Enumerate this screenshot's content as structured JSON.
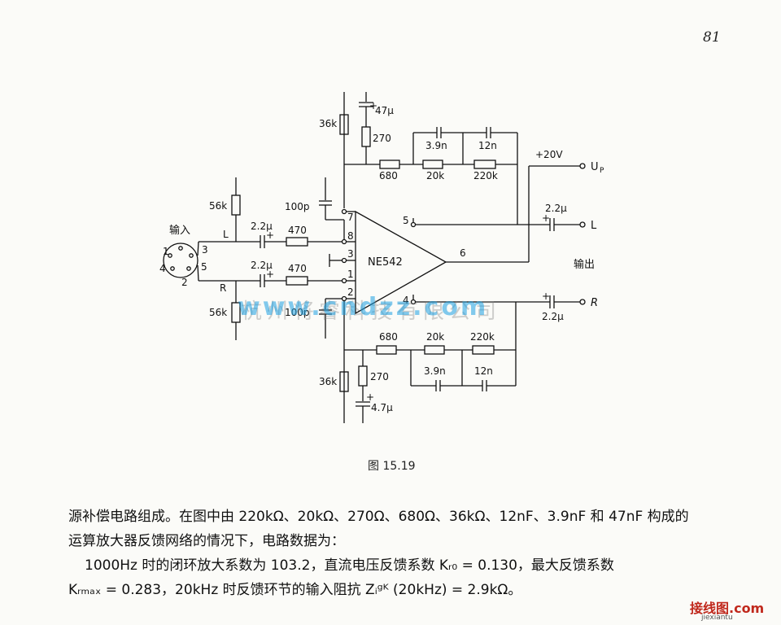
{
  "page_number": "81",
  "circuit": {
    "chip": "NE542",
    "input_label": "输入",
    "output_label": "输出",
    "supply": "+20V",
    "up_label": "U",
    "up_sub": "P",
    "out_l": "L",
    "out_r": "R",
    "ch_l": "L",
    "ch_r": "R",
    "components": {
      "c_47u": "47μ",
      "c_47u_plus": "+",
      "c_4p7u": "4.7μ",
      "c_4p7u_plus": "+",
      "r_36k_top": "36k",
      "r_270_top": "270",
      "c_3n9_top": "3.9n",
      "c_12n_top": "12n",
      "r_680_top": "680",
      "r_20k_top": "20k",
      "r_220k_top": "220k",
      "c_100p_top": "100p",
      "c_100p_bot": "100p",
      "r_56k_top": "56k",
      "r_56k_bot": "56k",
      "c_2u2_in_l": "2.2μ",
      "c_2u2_in_r": "2.2μ",
      "r_470_l": "470",
      "r_470_r": "470",
      "c_2u2_out_l": "2.2μ",
      "c_2u2_out_r": "2.2μ",
      "r_680_bot": "680",
      "r_20k_bot": "20k",
      "r_220k_bot": "220k",
      "c_3n9_bot": "3.9n",
      "c_12n_bot": "12n",
      "r_36k_bot": "36k",
      "r_270_bot": "270",
      "plus": "+"
    },
    "pins": {
      "p7": "7",
      "p8": "8",
      "p3": "3",
      "p1": "1",
      "p2": "2",
      "p5": "5",
      "p6": "6",
      "p4": "4"
    },
    "connector_pins": {
      "c1": "1",
      "c2": "2",
      "c3": "3",
      "c4": "4",
      "c5": "5"
    }
  },
  "watermark": "www.cndzz.com",
  "watermark_cn": "杭州将睿科技有限公司",
  "caption": "图 15.19",
  "paragraph1_line1": "源补偿电路组成。在图中由 220kΩ、20kΩ、270Ω、680Ω、36kΩ、12nF、3.9nF 和 47nF 构成的",
  "paragraph1_line2": "运算放大器反馈网络的情况下，电路数据为：",
  "paragraph2_line1": "1000Hz 时的闭环放大系数为 103.2，直流电压反馈系数 Kᵣ₀ = 0.130，最大反馈系数",
  "paragraph2_line2": "Kᵣₘₐₓ = 0.283，20kHz 时反馈环节的输入阻抗 Zᵢᵍᴷ (20kHz) = 2.9kΩ。",
  "corner_logo": "接线图.com",
  "corner_sub": "jiexiantu"
}
